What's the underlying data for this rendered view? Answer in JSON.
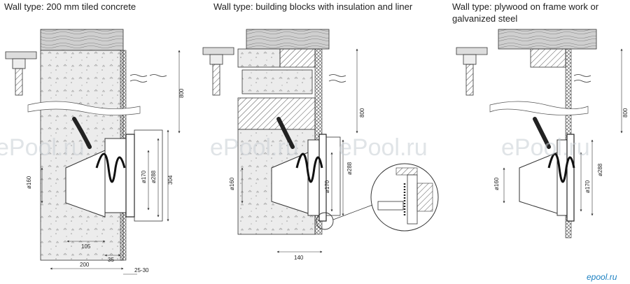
{
  "titles": {
    "panel1": "Wall type: 200 mm tiled concrete",
    "panel2": "Wall type: building blocks with insulation and liner",
    "panel3": "Wall type: plywood on frame work or galvanized steel"
  },
  "dimensions": {
    "p1": {
      "d160": "ø160",
      "d170": "ø170",
      "d288": "ø288",
      "h304": "304",
      "h800": "800",
      "w105": "105",
      "w35": "35",
      "w200": "200",
      "w2530": "25-30"
    },
    "p2": {
      "d160": "ø160",
      "d170": "ø170",
      "d288": "ø288",
      "h800": "800",
      "w140": "140"
    },
    "p3": {
      "d160": "ø160",
      "d170": "ø170",
      "d288": "ø288",
      "h800": "800"
    }
  },
  "watermark": "ePool.ru",
  "logo": "epool.ru"
}
